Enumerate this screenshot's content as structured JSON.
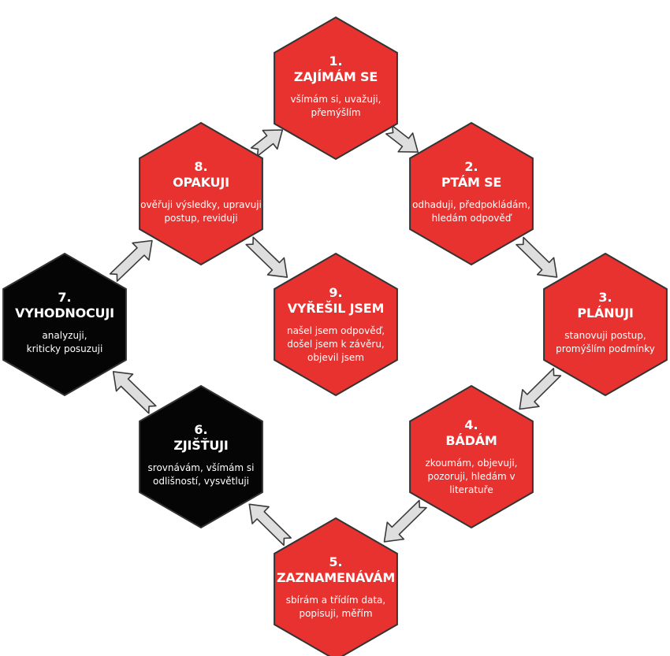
{
  "colors": {
    "active": "#e8322f",
    "done": "#050505",
    "outline": "#333333",
    "arrow_fill": "#dedede",
    "arrow_stroke": "#3a3a3a"
  },
  "steps": [
    {
      "id": "s1",
      "number": "1.",
      "title": "ZAJÍMÁM SE",
      "desc": [
        "všímám si, uvažuji,",
        "přemýšlím"
      ],
      "state": "active"
    },
    {
      "id": "s2",
      "number": "2.",
      "title": "PTÁM SE",
      "desc": [
        "odhaduji, předpokládám,",
        "hledám odpověď"
      ],
      "state": "active"
    },
    {
      "id": "s3",
      "number": "3.",
      "title": "PLÁNUJI",
      "desc": [
        "stanovuji postup,",
        "promýšlím podmínky"
      ],
      "state": "active"
    },
    {
      "id": "s4",
      "number": "4.",
      "title": "BÁDÁM",
      "desc": [
        "zkoumám, objevuji,",
        "pozoruji, hledám v",
        "literatuře"
      ],
      "state": "active"
    },
    {
      "id": "s5",
      "number": "5.",
      "title": "ZAZNAMENÁVÁM",
      "desc": [
        "sbírám a třídím data,",
        "popisuji, měřím"
      ],
      "state": "active"
    },
    {
      "id": "s6",
      "number": "6.",
      "title": "ZJIŠŤUJI",
      "desc": [
        "srovnávám, všímám si",
        "odlišností, vysvětluji"
      ],
      "state": "done"
    },
    {
      "id": "s7",
      "number": "7.",
      "title": "VYHODNOCUJI",
      "desc": [
        "analyzuji,",
        "kriticky posuzuji"
      ],
      "state": "done"
    },
    {
      "id": "s8",
      "number": "8.",
      "title": "OPAKUJI",
      "desc": [
        "ověřuji výsledky, upravuji",
        "postup, reviduji"
      ],
      "state": "active"
    },
    {
      "id": "s9",
      "number": "9.",
      "title": "VYŘEŠIL JSEM",
      "desc": [
        "našel jsem odpověď,",
        "došel jsem k závěru,",
        "objevil jsem"
      ],
      "state": "active"
    }
  ],
  "arrows": [
    {
      "from": "s1",
      "to": "s2"
    },
    {
      "from": "s2",
      "to": "s3"
    },
    {
      "from": "s3",
      "to": "s4"
    },
    {
      "from": "s4",
      "to": "s5"
    },
    {
      "from": "s5",
      "to": "s6"
    },
    {
      "from": "s6",
      "to": "s7"
    },
    {
      "from": "s7",
      "to": "s8"
    },
    {
      "from": "s8",
      "to": "s1"
    },
    {
      "from": "s8",
      "to": "s9"
    }
  ]
}
